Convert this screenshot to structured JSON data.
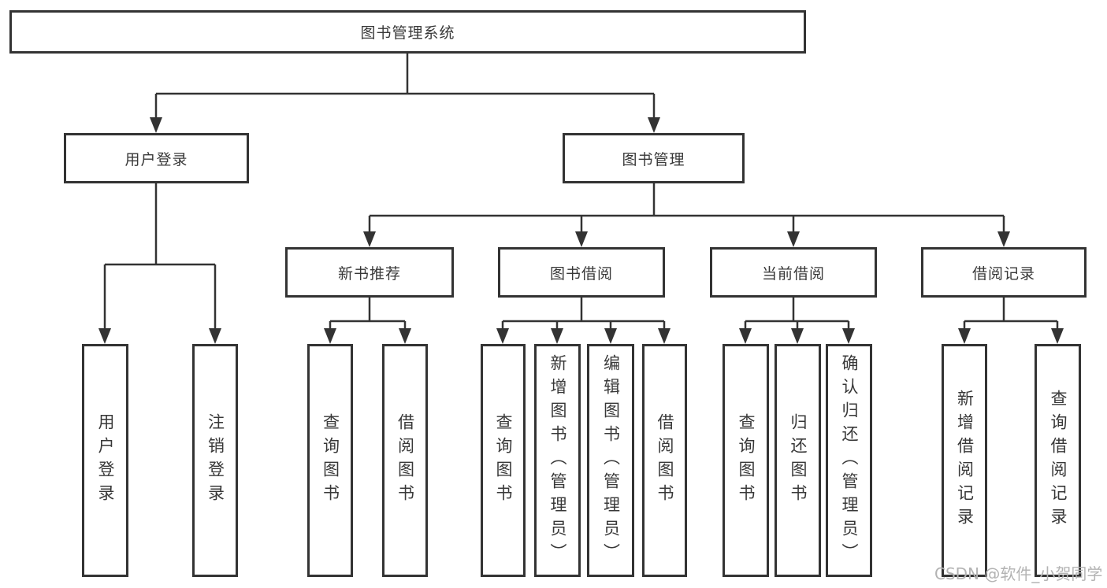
{
  "diagram": {
    "title": "图书管理系统",
    "type": "hierarchy-diagram",
    "nodes": {
      "root": "图书管理系统",
      "l2": [
        "用户登录",
        "图书管理"
      ],
      "l3": [
        "新书推荐",
        "图书借阅",
        "当前借阅",
        "借阅记录"
      ],
      "leaves_login": [
        "用户登录",
        "注销登录"
      ],
      "leaves_recommend": [
        "查询图书",
        "借阅图书"
      ],
      "leaves_borrow": [
        "查询图书",
        "新增图书（管理员）",
        "编辑图书（管理员）",
        "借阅图书"
      ],
      "leaves_current": [
        "查询图书",
        "归还图书",
        "确认归还（管理员）"
      ],
      "leaves_records": [
        "新增借阅记录",
        "查询借阅记录"
      ]
    },
    "hierarchy": {
      "图书管理系统": {
        "用户登录": [
          "用户登录",
          "注销登录"
        ],
        "图书管理": {
          "新书推荐": [
            "查询图书",
            "借阅图书"
          ],
          "图书借阅": [
            "查询图书",
            "新增图书（管理员）",
            "编辑图书（管理员）",
            "借阅图书"
          ],
          "当前借阅": [
            "查询图书",
            "归还图书",
            "确认归还（管理员）"
          ],
          "借阅记录": [
            "新增借阅记录",
            "查询借阅记录"
          ]
        }
      }
    },
    "watermark": "CSDN @软件_小贺同学",
    "colors": {
      "line": "#333333",
      "box_border": "#333333",
      "text": "#383838",
      "watermark": "#b3b3b3",
      "background": "#ffffff"
    }
  }
}
